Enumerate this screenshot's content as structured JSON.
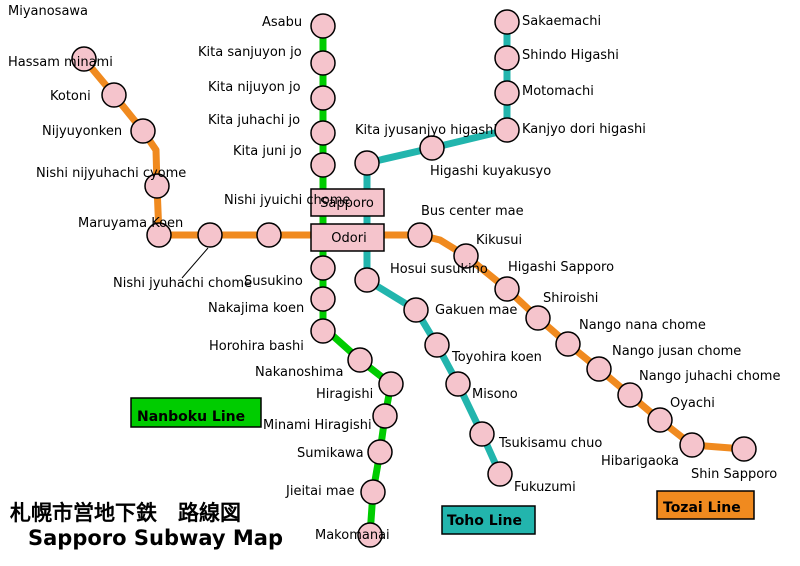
{
  "title": {
    "japanese": "札幌市営地下鉄　路線図",
    "english": "Sapporo Subway Map"
  },
  "colors": {
    "nanboku": "#00cc00",
    "toho": "#22b5ad",
    "tozai": "#f08a1f",
    "station_fill": "#f5c4cc"
  },
  "legend": {
    "nanboku": "Nanboku Line",
    "toho": "Toho Line",
    "tozai": "Tozai Line"
  },
  "hubs": {
    "sapporo": "Sapporo",
    "odori": "Odori"
  },
  "stations": {
    "nanboku": [
      "Asabu",
      "Kita sanjuyon jo",
      "Kita nijuyon jo",
      "Kita juhachi jo",
      "Kita juni jo",
      "Susukino",
      "Nakajima koen",
      "Horohira bashi",
      "Nakanoshima",
      "Hiragishi",
      "Minami Hiragishi",
      "Sumikawa",
      "Jieitai mae",
      "Makomanai"
    ],
    "toho": [
      "Sakaemachi",
      "Shindo Higashi",
      "Motomachi",
      "Kanjyo dori higashi",
      "Higashi kuyakusyo",
      "Kita jyusanjyo higashi",
      "Hosui susukino",
      "Gakuen mae",
      "Toyohira koen",
      "Misono",
      "Tsukisamu chuo",
      "Fukuzumi"
    ],
    "tozai": [
      "Miyanosawa",
      "Hassam minami",
      "Kotoni",
      "Nijyuyonken",
      "Nishi nijyuhachi cyome",
      "Maruyama Koen",
      "Nishi jyuhachi chome",
      "Nishi jyuichi chome",
      "Bus center mae",
      "Kikusui",
      "Higashi Sapporo",
      "Shiroishi",
      "Nango nana chome",
      "Nango jusan chome",
      "Nango juhachi chome",
      "Oyachi",
      "Hibarigaoka",
      "Shin Sapporo"
    ]
  }
}
